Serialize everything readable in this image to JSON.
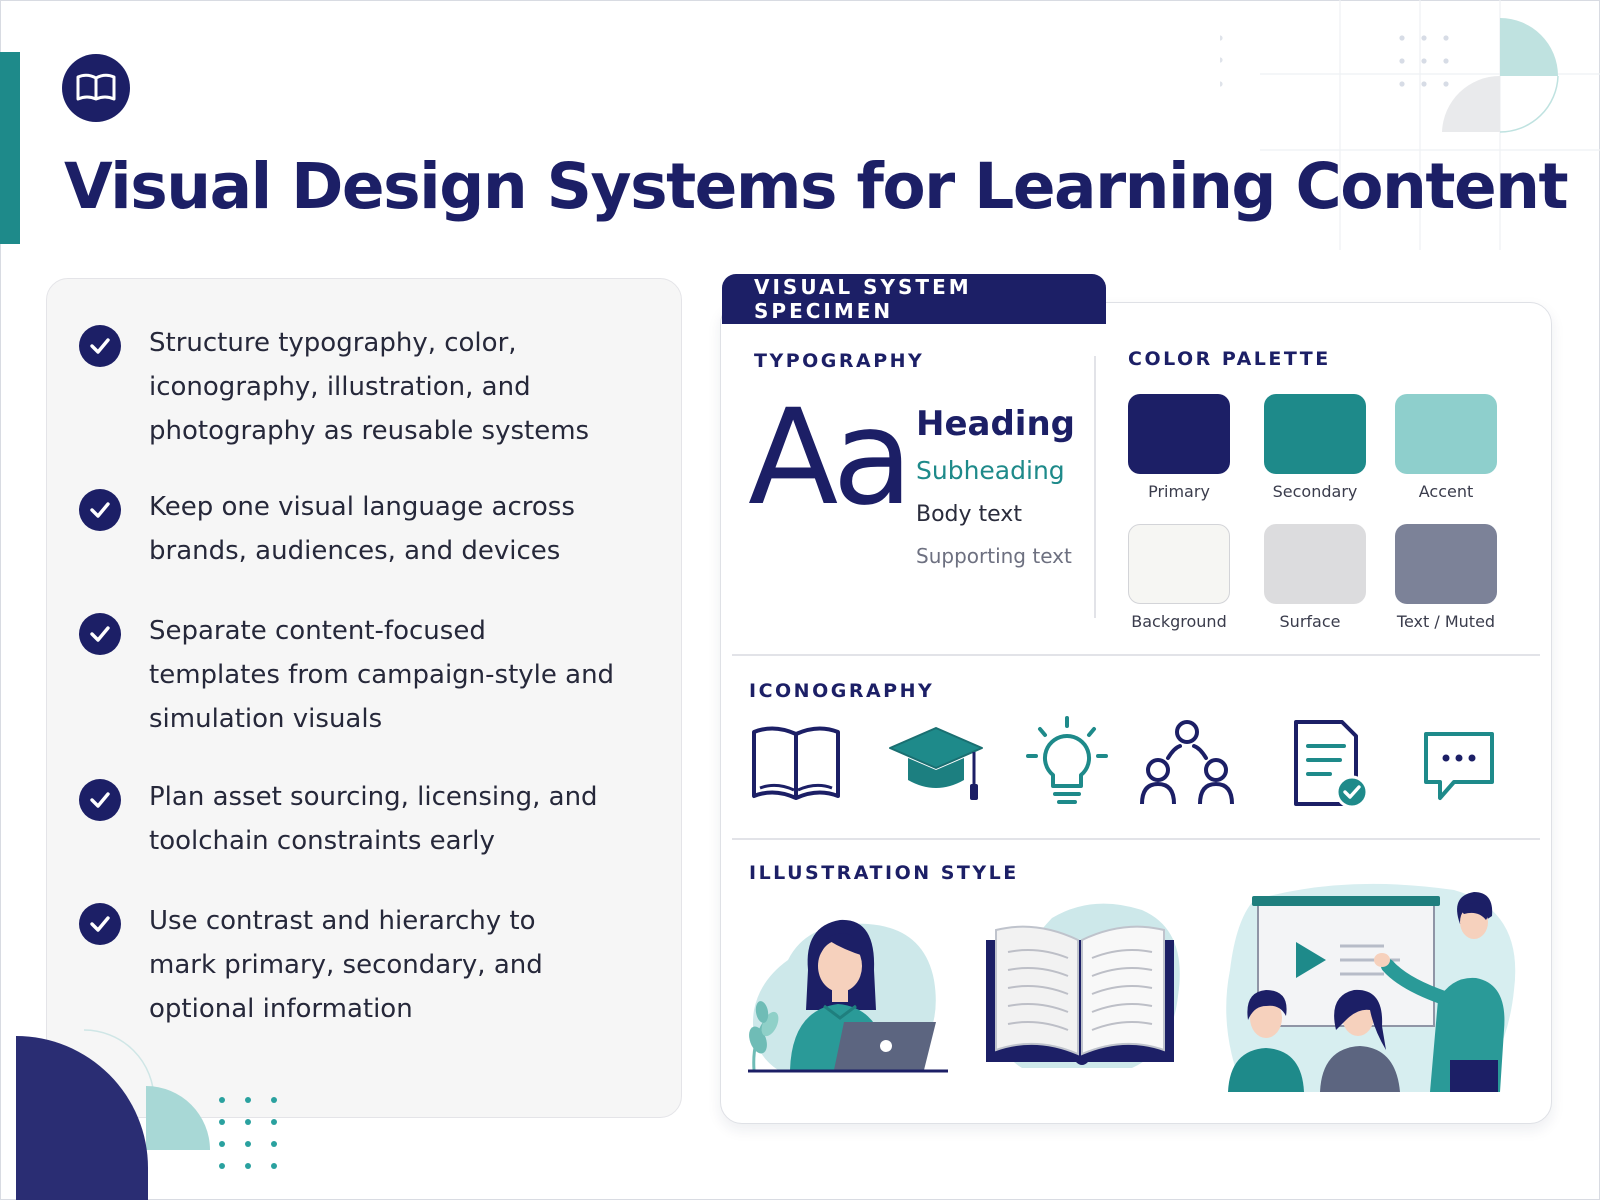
{
  "title": "Visual Design Systems for Learning Content",
  "bullets": [
    "Structure typography, color, iconography, illustration, and photography as reusable systems",
    "Keep one visual language across brands, audiences, and devices",
    "Separate content-focused templates from campaign-style and simulation visuals",
    "Plan asset sourcing, licensing, and toolchain constraints early",
    "Use contrast and hierarchy to mark primary, secondary, and optional information"
  ],
  "specimen": {
    "tab_label": "VISUAL SYSTEM SPECIMEN",
    "typography": {
      "label": "TYPOGRAPHY",
      "glyph": "Aa",
      "heading": "Heading",
      "subheading": "Subheading",
      "body": "Body text",
      "supporting": "Supporting text"
    },
    "palette": {
      "label": "COLOR PALETTE",
      "swatches": [
        {
          "name": "Primary",
          "color": "#1c1f66"
        },
        {
          "name": "Secondary",
          "color": "#1e8a8a"
        },
        {
          "name": "Accent",
          "color": "#8ecfcc"
        },
        {
          "name": "Background",
          "color": "#f6f6f3"
        },
        {
          "name": "Surface",
          "color": "#dcdcde"
        },
        {
          "name": "Text / Muted",
          "color": "#7c8298"
        }
      ]
    },
    "iconography": {
      "label": "ICONOGRAPHY",
      "icons": [
        "book-icon",
        "graduation-cap-icon",
        "lightbulb-icon",
        "people-network-icon",
        "checked-document-icon",
        "chat-bubble-icon"
      ]
    },
    "illustration": {
      "label": "ILLUSTRATION STYLE",
      "items": [
        "learner-laptop-illustration",
        "open-book-illustration",
        "presenter-video-illustration"
      ]
    }
  },
  "colors": {
    "navy": "#1c1f66",
    "teal": "#1e8a8a",
    "light_teal": "#8ecfcc"
  }
}
